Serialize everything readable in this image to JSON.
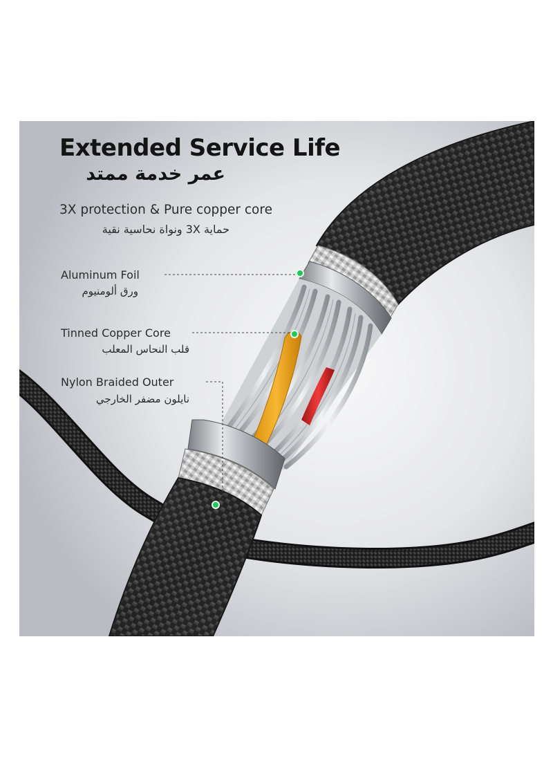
{
  "headline": {
    "title_en": "Extended Service Life",
    "title_ar": "عمر خدمة ممتد",
    "subtitle_en": "3X protection & Pure copper core",
    "subtitle_ar": "حماية 3X ونواة نحاسية نقية"
  },
  "callouts": [
    {
      "label_en": "Aluminum Foil",
      "label_ar": "ورق ألومنيوم"
    },
    {
      "label_en": "Tinned Copper Core",
      "label_ar": "قلب النحاس المعلب"
    },
    {
      "label_en": "Nylon Braided Outer",
      "label_ar": "نايلون مضفر الخارجي"
    }
  ],
  "colors": {
    "marker": "#22c55e",
    "core_yellow": "#f2a417",
    "core_red": "#dc2626",
    "braid": "#2a2a2a",
    "metal": "#b8bcc0"
  },
  "icons": {
    "cable_cutaway": "cable-cutaway-illustration"
  }
}
